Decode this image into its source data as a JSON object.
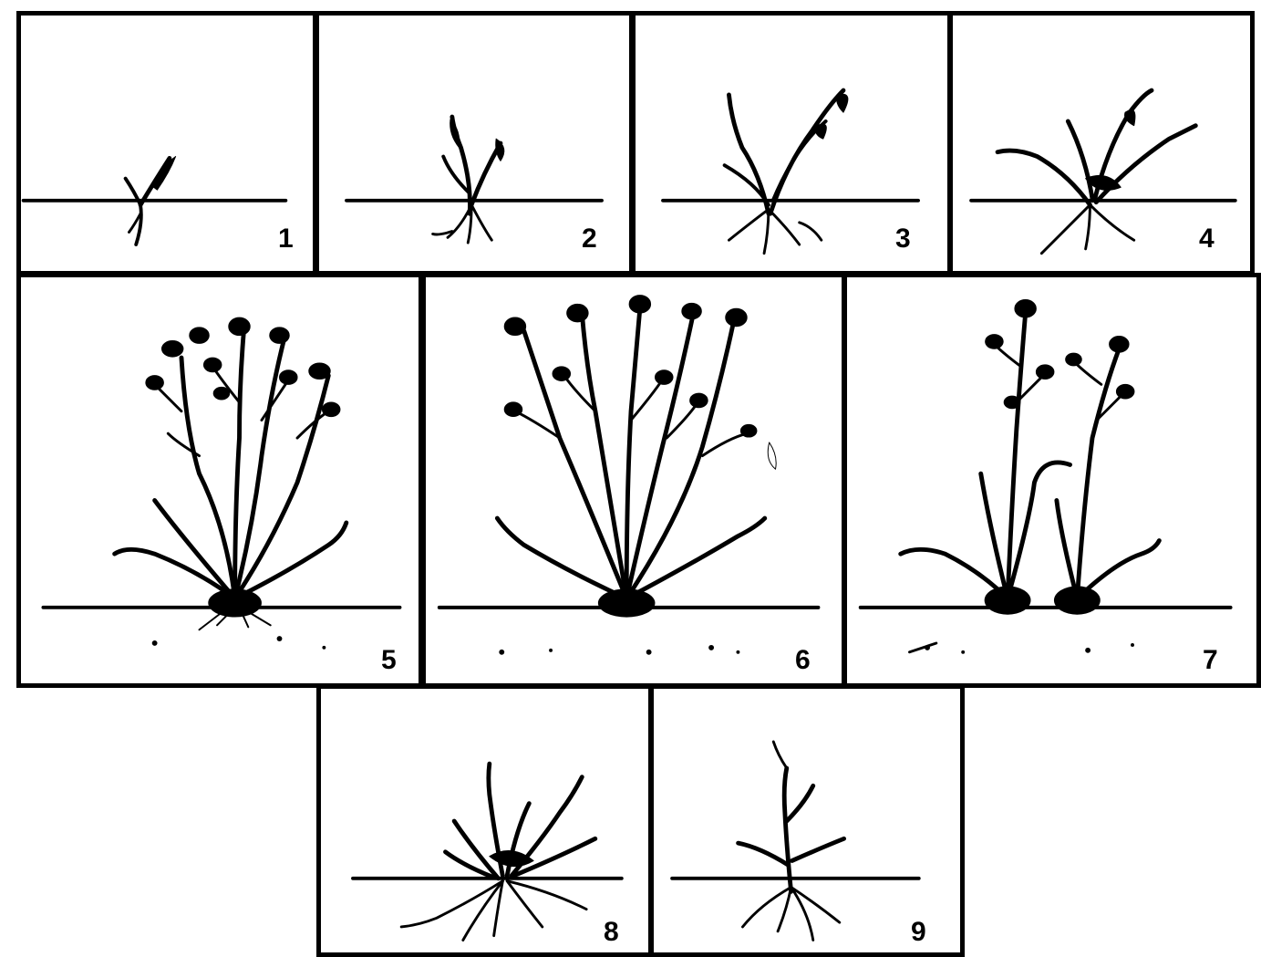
{
  "stages": [
    {
      "id": 1,
      "label": "1"
    },
    {
      "id": 2,
      "label": "2"
    },
    {
      "id": 3,
      "label": "3"
    },
    {
      "id": 4,
      "label": "4"
    },
    {
      "id": 5,
      "label": "5"
    },
    {
      "id": 6,
      "label": "6"
    },
    {
      "id": 7,
      "label": "7"
    },
    {
      "id": 8,
      "label": "8"
    },
    {
      "id": 9,
      "label": "9"
    }
  ]
}
